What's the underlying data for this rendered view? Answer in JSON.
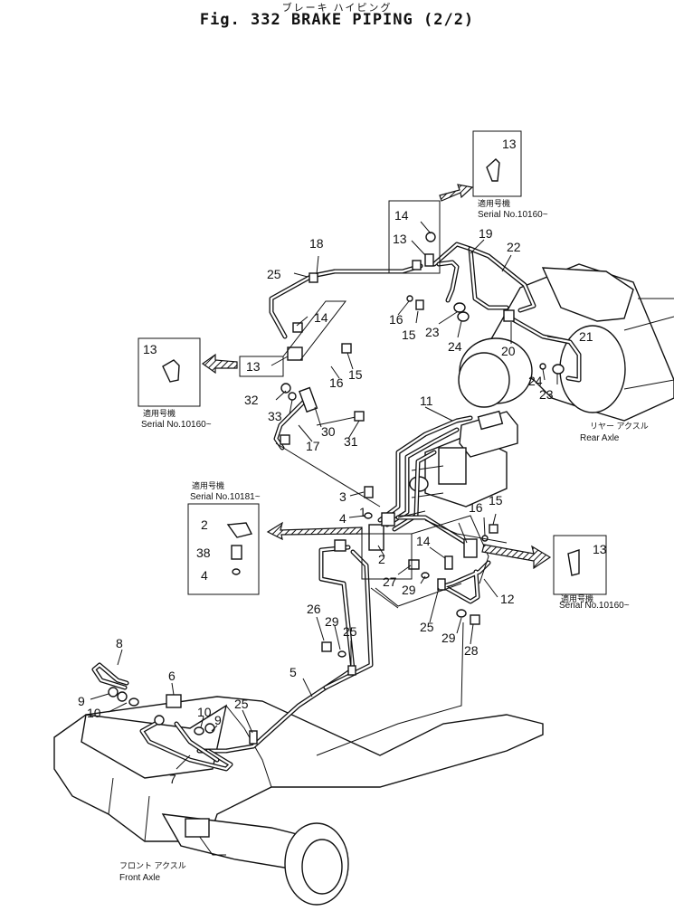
{
  "title": {
    "jp": "ブレーキ ハイピング",
    "main": "Fig. 332  BRAKE PIPING (2/2)"
  },
  "insets": [
    {
      "caption_jp": "適用号機",
      "serial": "Serial No.10160~",
      "parts": [
        "13"
      ]
    },
    {
      "caption_jp": "適用号機",
      "serial": "Serial No.10160~",
      "parts": [
        "13"
      ]
    },
    {
      "caption_jp": "適用号機",
      "serial": "Serial No.10181~",
      "parts": [
        "2",
        "38",
        "4"
      ]
    },
    {
      "caption_jp": "適用号機",
      "serial": "Serial No.10160~",
      "parts": [
        "13"
      ]
    }
  ],
  "axles": {
    "rear_jp": "リヤー アクスル",
    "rear": "Rear Axle",
    "front_jp": "フロント アクスル",
    "front": "Front Axle"
  },
  "part_labels": [
    "1",
    "2",
    "3",
    "4",
    "5",
    "6",
    "7",
    "8",
    "9",
    "9",
    "10",
    "10",
    "11",
    "12",
    "13",
    "13",
    "13",
    "14",
    "14",
    "14",
    "15",
    "15",
    "15",
    "16",
    "16",
    "16",
    "17",
    "18",
    "19",
    "20",
    "21",
    "22",
    "23",
    "23",
    "24",
    "24",
    "25",
    "25",
    "25",
    "25",
    "26",
    "27",
    "28",
    "29",
    "29",
    "29",
    "30",
    "31",
    "32",
    "33"
  ]
}
